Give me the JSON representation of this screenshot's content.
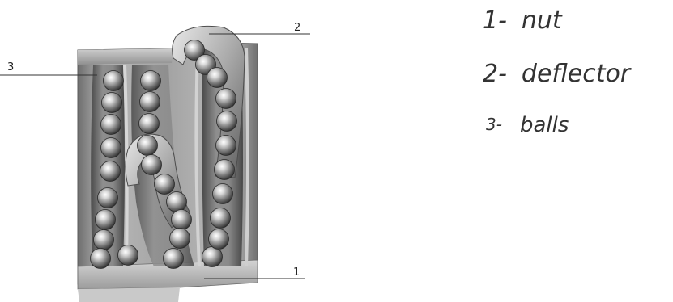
{
  "callouts": {
    "nut": "1",
    "deflector": "2",
    "balls": "3"
  },
  "legend": {
    "items": [
      {
        "number": "1-",
        "label": "nut"
      },
      {
        "number": "2-",
        "label": "deflector"
      },
      {
        "number": "3-",
        "label": "balls"
      }
    ]
  }
}
